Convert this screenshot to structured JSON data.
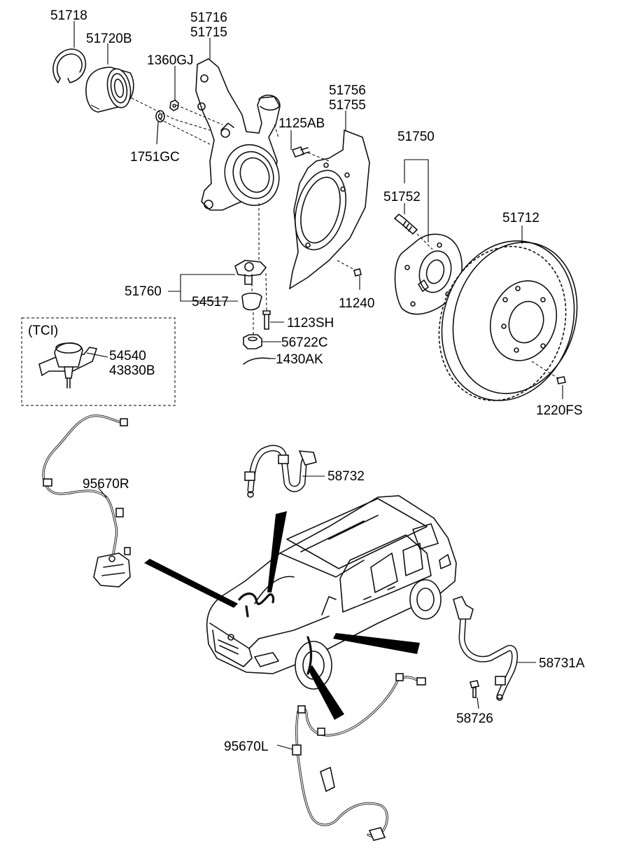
{
  "labels": {
    "p51718": "51718",
    "p51720b": "51720B",
    "p51716": "51716",
    "p51715": "51715",
    "p1360gj": "1360GJ",
    "p1751gc": "1751GC",
    "p51756": "51756",
    "p51755": "51755",
    "p1125ab": "1125AB",
    "p51750": "51750",
    "p51752": "51752",
    "p51712": "51712",
    "p51760": "51760",
    "p54517": "54517",
    "p11240": "11240",
    "p1123sh": "1123SH",
    "p56722c": "56722C",
    "p1430ak": "1430AK",
    "tci": "(TCI)",
    "p54540": "54540",
    "p43830b": "43830B",
    "p1220fs": "1220FS",
    "p95670r": "95670R",
    "p58732": "58732",
    "p58731a": "58731A",
    "p58726": "58726",
    "p95670l": "95670L"
  }
}
